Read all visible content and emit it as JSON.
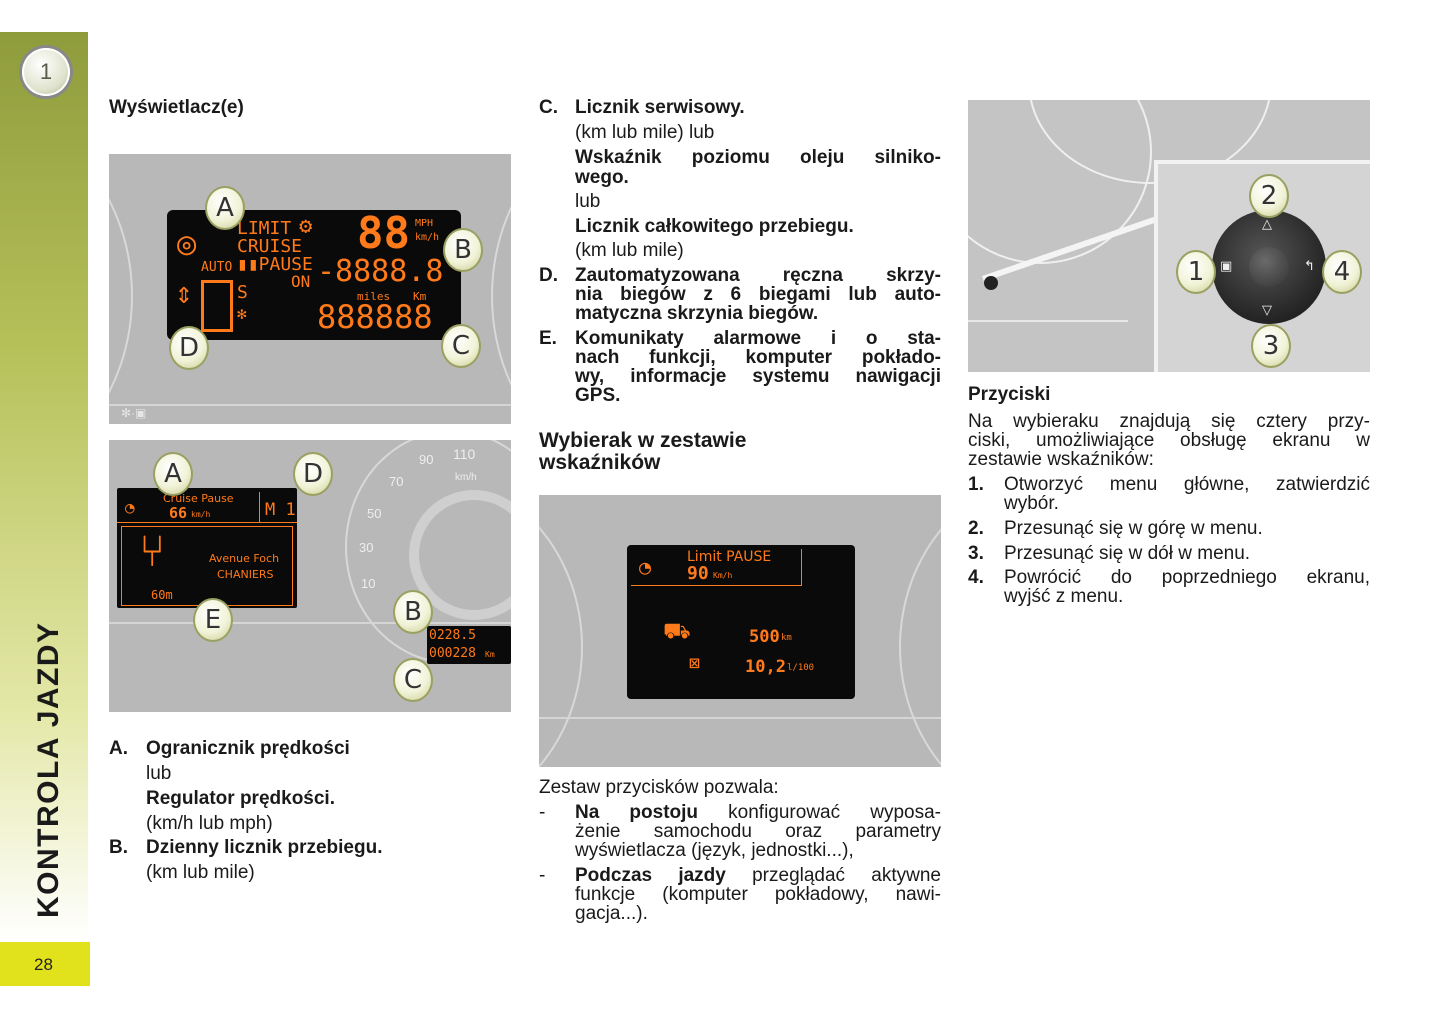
{
  "sidebar": {
    "chapter_number": "1",
    "title": "KONTROLA JAZDY",
    "page_number": "28"
  },
  "col1": {
    "heading": "Wyświetlacz(e)",
    "fig1": {
      "lcd": {
        "limit": "LIMIT",
        "cruise": "CRUISE",
        "auto": "AUTO",
        "pause": "▮▮PAUSE",
        "on": "ON",
        "speed": "88",
        "mph": "MPH",
        "kmh": "km/h",
        "trip": "-8888.8",
        "miles": "miles",
        "km": "Km",
        "odo": "888888",
        "gear": "S"
      },
      "badges": {
        "a": "A",
        "b": "B",
        "c": "C",
        "d": "D"
      }
    },
    "fig2": {
      "lcd": {
        "cruise_pause": "Cruise  Pause",
        "speed": "66",
        "speed_unit": "km/h",
        "gear": "M 1",
        "street": "Avenue Foch",
        "city": "CHANIERS",
        "distance": "60m",
        "trip": "0228.5",
        "odo": "000228",
        "odo_unit": "Km"
      },
      "gauge": {
        "t110": "110",
        "t90": "90",
        "t70": "70",
        "t50": "50",
        "t30": "30",
        "t10": "10",
        "unit": "km/h"
      },
      "badges": {
        "a": "A",
        "d": "D",
        "e": "E",
        "b": "B",
        "c": "C"
      }
    },
    "list": [
      {
        "letter": "A.",
        "title": "Ogranicznik prędkości"
      },
      {
        "text": "lub"
      },
      {
        "title": "Regulator prędkości."
      },
      {
        "text": "(km/h lub mph)"
      },
      {
        "letter": "B.",
        "title": "Dzienny licznik przebiegu."
      },
      {
        "text": "(km lub mile)"
      }
    ]
  },
  "col2": {
    "c_letter": "C.",
    "c_title": "Licznik serwisowy.",
    "c_sub1": "(km lub mile) lub",
    "c_title2a": "Wskaźnik poziomu oleju silniko-",
    "c_title2b": "wego.",
    "c_or": "lub",
    "c_title3": "Licznik całkowitego przebiegu.",
    "c_sub3": "(km lub mile)",
    "d_letter": "D.",
    "d_lines": [
      "Zautomatyzowana ręczna skrzy-",
      "nia biegów z 6 biegami lub auto-",
      "matyczna skrzynia biegów."
    ],
    "e_letter": "E.",
    "e_lines": [
      "Komunikaty alarmowe i o sta-",
      "nach funkcji, komputer pokłado-",
      "wy, informacje systemu nawigacji",
      "GPS."
    ],
    "heading_a": "Wybierak w zestawie",
    "heading_b": "wskaźników",
    "fig3": {
      "limit_pause": "Limit PAUSE",
      "speed": "90",
      "speed_unit": "Km/h",
      "range": "500",
      "range_unit": "km",
      "consumption": "10,2",
      "consumption_unit": "l/100"
    },
    "intro": "Zestaw przycisków pozwala:",
    "bullets": [
      {
        "dash": "-",
        "bold": "Na postoju",
        "lines": [
          " konfigurować wyposa-",
          "żenie samochodu oraz parametry",
          "wyświetlacza (język, jednostki...),"
        ]
      },
      {
        "dash": "-",
        "bold": "Podczas jazdy",
        "lines": [
          " przeglądać aktywne",
          "funkcje (komputer pokładowy, nawi-",
          "gacja...)."
        ]
      }
    ]
  },
  "col3": {
    "fig4": {
      "b1": "1",
      "b2": "2",
      "b3": "3",
      "b4": "4"
    },
    "heading": "Przyciski",
    "intro": [
      "Na wybieraku znajdują się cztery przy-",
      "ciski, umożliwiające obsługę ekranu w",
      "zestawie wskaźników:"
    ],
    "items": [
      {
        "num": "1.",
        "lines": [
          "Otworzyć menu główne, zatwierdzić",
          "wybór."
        ]
      },
      {
        "num": "2.",
        "lines": [
          "Przesunąć się w górę w menu."
        ]
      },
      {
        "num": "3.",
        "lines": [
          "Przesunąć się w dół w menu."
        ]
      },
      {
        "num": "4.",
        "lines": [
          "Powrócić do poprzedniego ekranu,",
          "wyjść z menu."
        ]
      }
    ]
  }
}
